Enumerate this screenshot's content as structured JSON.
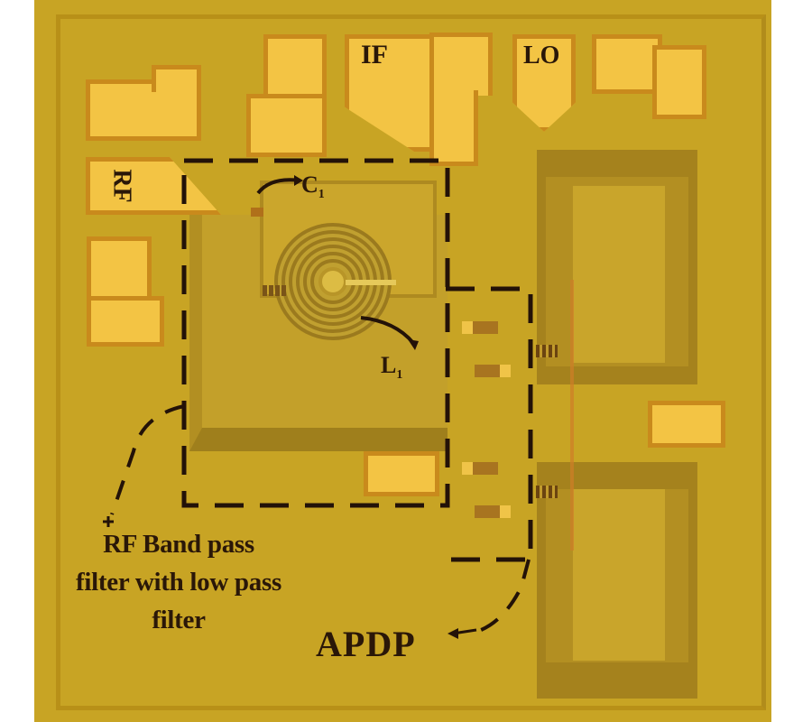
{
  "figure": {
    "type": "chip-micrograph",
    "background_color": "#c8a424",
    "pad_color": "#f3c444",
    "annotation_color": "#231208"
  },
  "pads": {
    "if_label": "IF",
    "lo_label": "LO",
    "rf_label": "RF"
  },
  "components": {
    "capacitor_label": "C",
    "capacitor_subscript": "1",
    "inductor_label": "L",
    "inductor_subscript": "1"
  },
  "annotations": {
    "filter_block": {
      "line1": "RF Band pass",
      "line2": "filter with low pass",
      "line3": "filter"
    },
    "apdp_block": {
      "label": "APDP"
    }
  }
}
